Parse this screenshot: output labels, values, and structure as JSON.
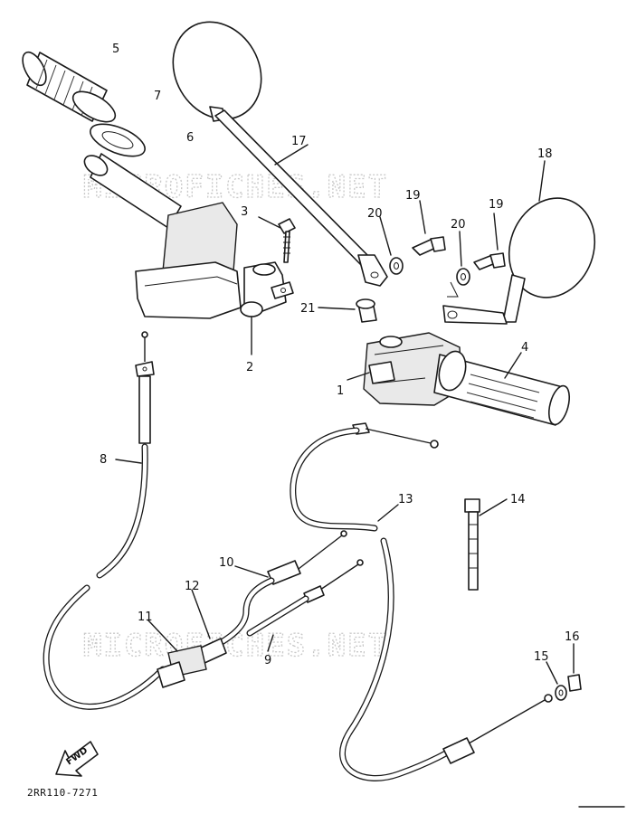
{
  "watermarks": [
    "MICROFICHES.NET",
    "MICROFICHES.NET"
  ],
  "diagram_code": "2RR110-7271",
  "fwd_label": "FWD",
  "parts": [
    {
      "id": "1",
      "label": "1"
    },
    {
      "id": "2",
      "label": "2"
    },
    {
      "id": "3",
      "label": "3"
    },
    {
      "id": "4",
      "label": "4"
    },
    {
      "id": "5",
      "label": "5"
    },
    {
      "id": "6",
      "label": "6"
    },
    {
      "id": "7",
      "label": "7"
    },
    {
      "id": "8",
      "label": "8"
    },
    {
      "id": "9",
      "label": "9"
    },
    {
      "id": "10",
      "label": "10"
    },
    {
      "id": "11",
      "label": "11"
    },
    {
      "id": "12",
      "label": "12"
    },
    {
      "id": "13",
      "label": "13"
    },
    {
      "id": "14",
      "label": "14"
    },
    {
      "id": "15",
      "label": "15"
    },
    {
      "id": "16",
      "label": "16"
    },
    {
      "id": "17",
      "label": "17"
    },
    {
      "id": "18",
      "label": "18"
    },
    {
      "id": "19a",
      "label": "19"
    },
    {
      "id": "19b",
      "label": "19"
    },
    {
      "id": "20a",
      "label": "20"
    },
    {
      "id": "20b",
      "label": "20"
    },
    {
      "id": "21",
      "label": "21"
    }
  ]
}
